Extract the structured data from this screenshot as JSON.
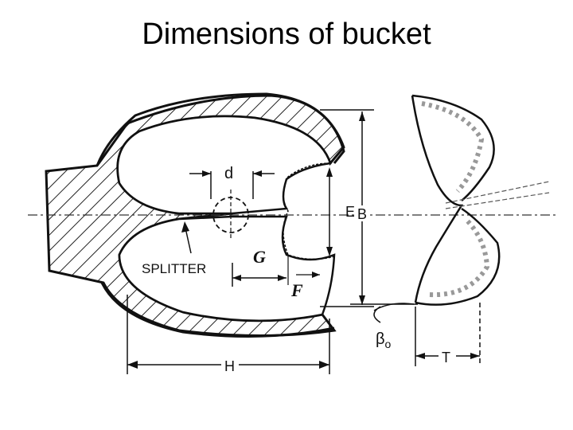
{
  "slide": {
    "title": "Dimensions of bucket"
  },
  "diagram": {
    "labels": {
      "d": "d",
      "splitter": "SPLITTER",
      "g": "G",
      "f": "F",
      "e": "E",
      "b": "B",
      "h": "H",
      "t": "T",
      "beta": "β",
      "beta_sub": "o"
    }
  }
}
